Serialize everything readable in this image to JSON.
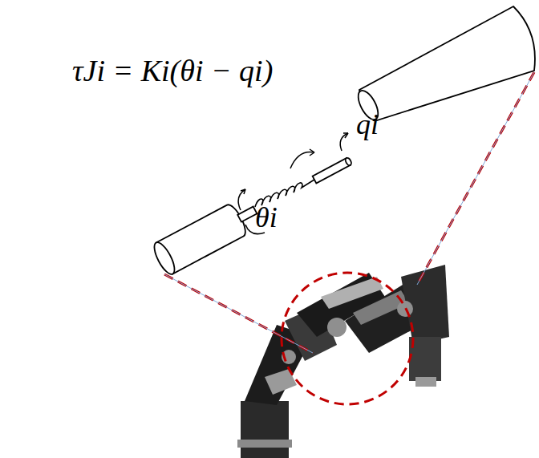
{
  "diagram": {
    "labels": [
      "τJi = Ki(θi − qi)",
      "qi",
      "θi"
    ]
  }
}
